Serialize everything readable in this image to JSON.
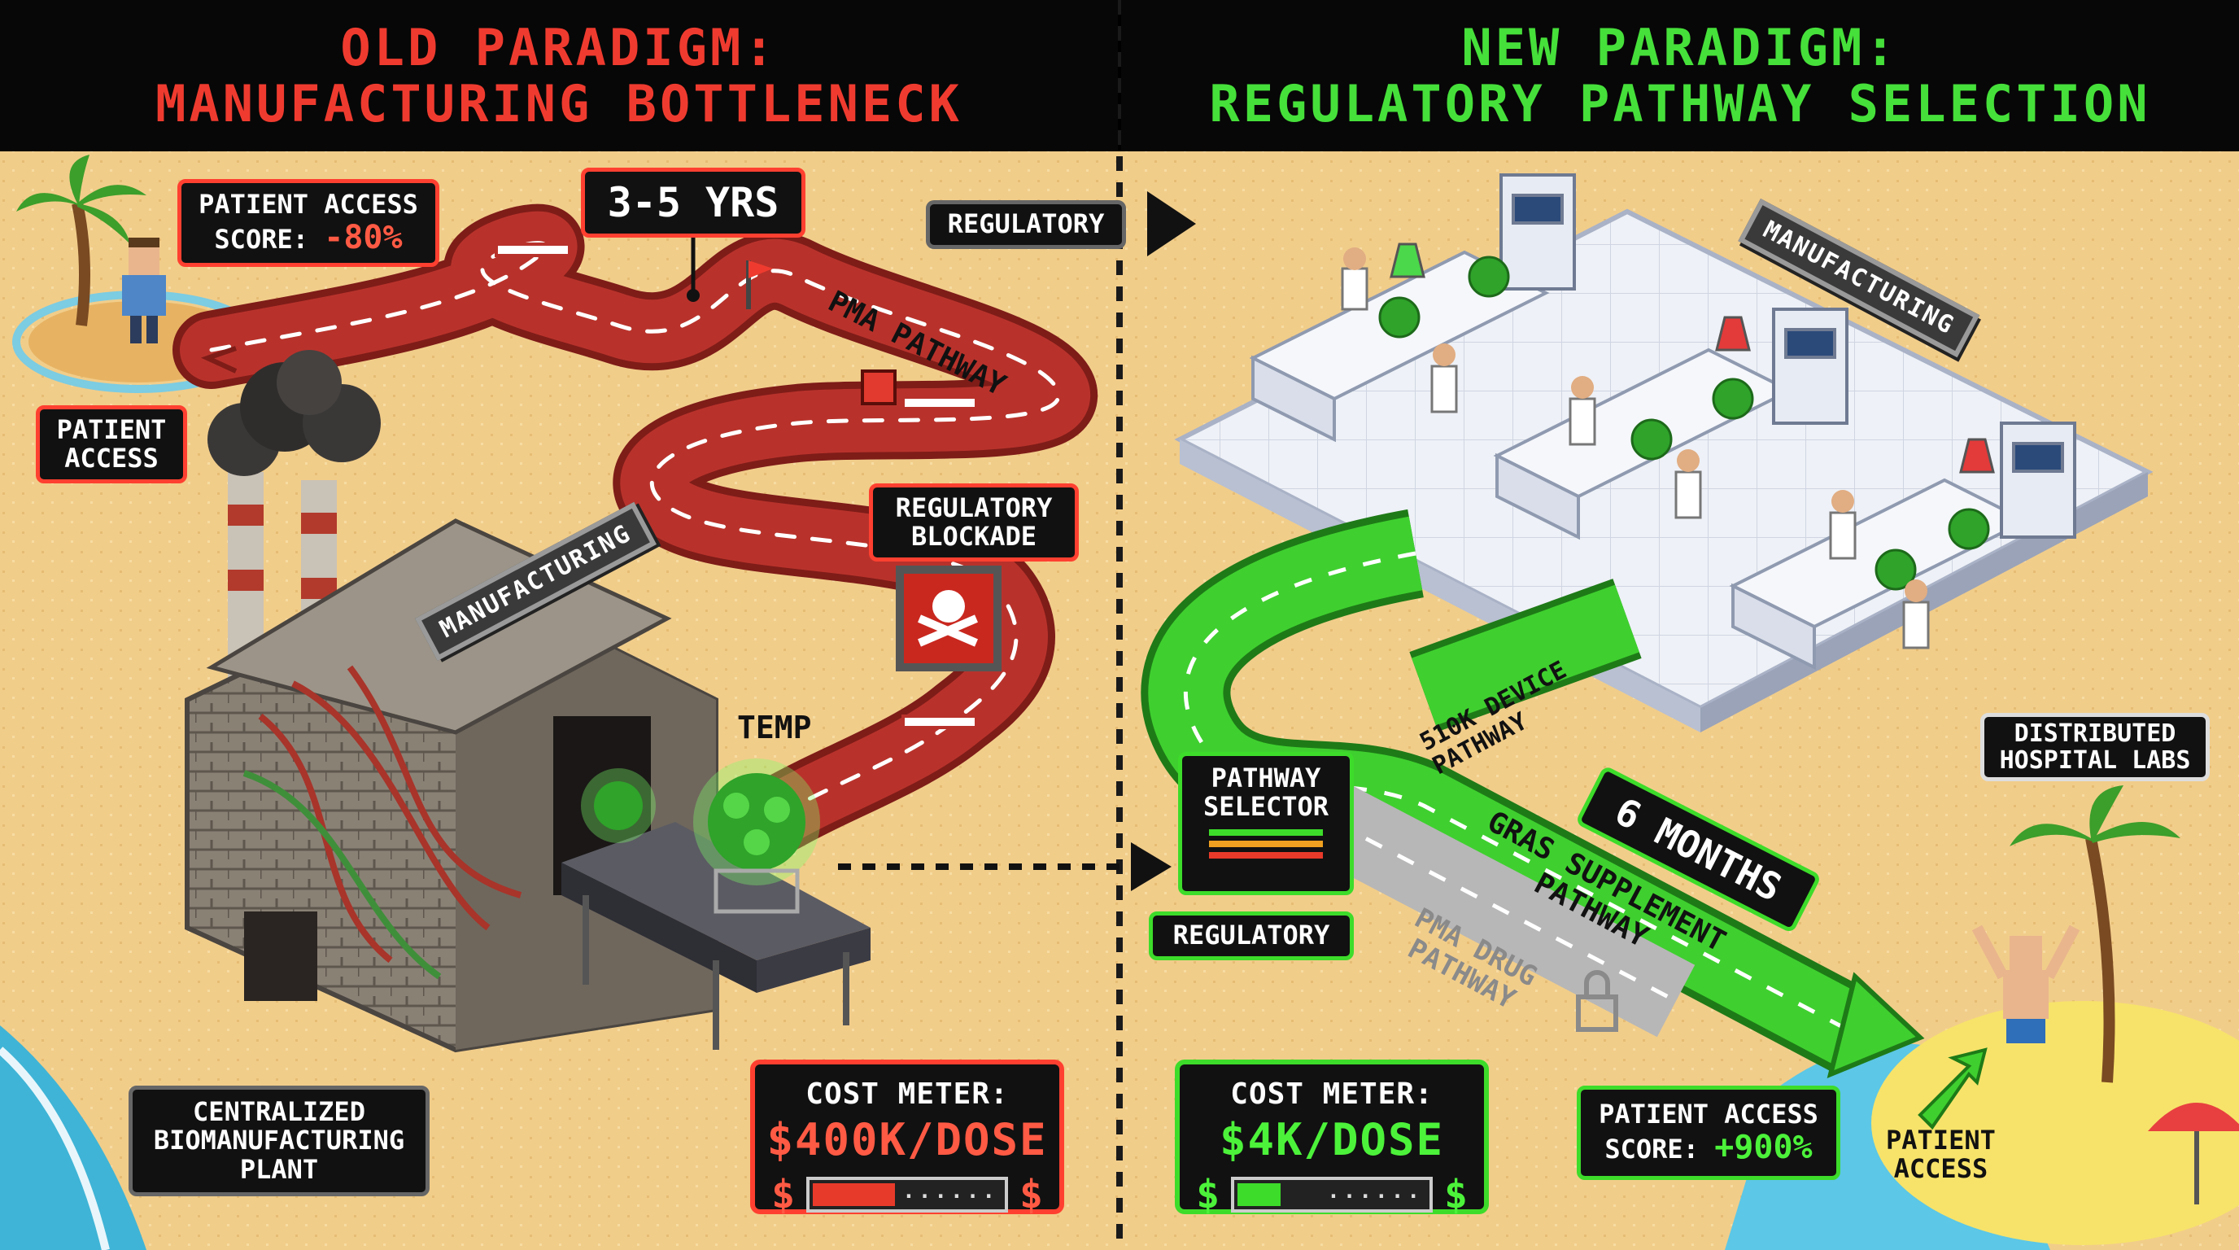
{
  "header": {
    "left_line1": "OLD PARADIGM:",
    "left_line2": "MANUFACTURING BOTTLENECK",
    "right_line1": "NEW PARADIGM:",
    "right_line2": "REGULATORY PATHWAY SELECTION"
  },
  "left": {
    "patient_access_score_label_line1": "PATIENT ACCESS",
    "patient_access_score_label_line2": "SCORE: ",
    "patient_access_score_value": "-80%",
    "patient_access_label_line1": "PATIENT",
    "patient_access_label_line2": "ACCESS",
    "time_label": "3-5 YRS",
    "pma_pathway_label": "PMA PATHWAY",
    "regulatory_blockade_line1": "REGULATORY",
    "regulatory_blockade_line2": "BLOCKADE",
    "manufacturing_sign": "MANUFACTURING",
    "temp_label": "TEMP",
    "plant_label_line1": "CENTRALIZED",
    "plant_label_line2": "BIOMANUFACTURING",
    "plant_label_line3": "PLANT",
    "cost_meter_label": "COST METER:",
    "cost_meter_value": "$400K/DOSE",
    "cost_meter_fill": 0.42,
    "dollar": "$",
    "dots": "......"
  },
  "center": {
    "regulatory_top": "REGULATORY",
    "regulatory_bottom": "REGULATORY"
  },
  "right": {
    "manufacturing_sign": "MANUFACTURING",
    "device_pathway_line1": "510K DEVICE",
    "device_pathway_line2": "PATHWAY",
    "pathway_selector_line1": "PATHWAY",
    "pathway_selector_line2": "SELECTOR",
    "six_months": "6 MONTHS",
    "gras_line1": "GRAS SUPPLEMENT",
    "gras_line2": "PATHWAY",
    "pma_drug_line1": "PMA DRUG",
    "pma_drug_line2": "PATHWAY",
    "distributed_line1": "DISTRIBUTED",
    "distributed_line2": "HOSPITAL LABS",
    "cost_meter_label": "COST METER:",
    "cost_meter_value": "$4K/DOSE",
    "cost_meter_fill": 0.22,
    "patient_access_score_label_line1": "PATIENT ACCESS",
    "patient_access_score_label_line2": "SCORE: ",
    "patient_access_score_value": "+900%",
    "patient_access_line1": "PATIENT",
    "patient_access_line2": "ACCESS",
    "dollar": "$",
    "dots": "......"
  },
  "colors": {
    "sand": "#f1cd8a",
    "old_accent": "#ef3b2f",
    "new_accent": "#46e03a",
    "road_red": "#a72a25",
    "road_green": "#38c72a"
  }
}
